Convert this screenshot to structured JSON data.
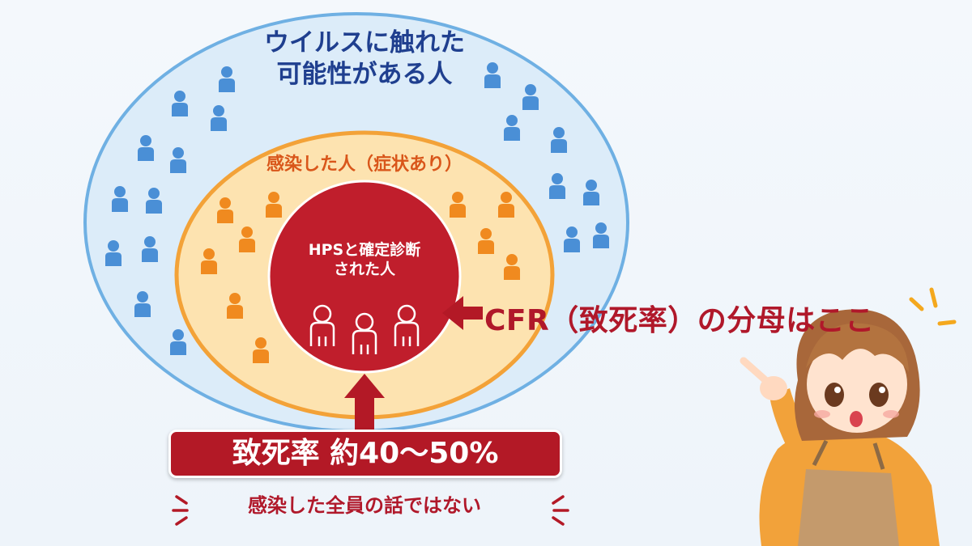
{
  "diagram": {
    "outer_ring": {
      "label_line1": "ウイルスに触れた",
      "label_line2": "可能性がある人"
    },
    "middle_ring": {
      "label": "感染した人（症状あり）"
    },
    "inner_circle": {
      "label_line1": "HPSと確定診断",
      "label_line2": "された人"
    },
    "pointer_label": "CFR（致死率）の分母はここ",
    "banner": "致死率 約40〜50%",
    "footnote": "感染した全員の話ではない"
  },
  "colors": {
    "outer_fill": "#dcecf9",
    "outer_stroke": "#6fb0e3",
    "middle_fill": "#fde3b0",
    "middle_stroke": "#f3a238",
    "inner_fill": "#c01e2c",
    "blue_person": "#4a8fd6",
    "orange_person": "#f08a1f",
    "accent_red": "#b31926"
  },
  "icons": [
    "person-icon",
    "arrow-left-icon",
    "arrow-up-icon",
    "emphasis-lines-icon",
    "girl-pointing-illustration"
  ]
}
